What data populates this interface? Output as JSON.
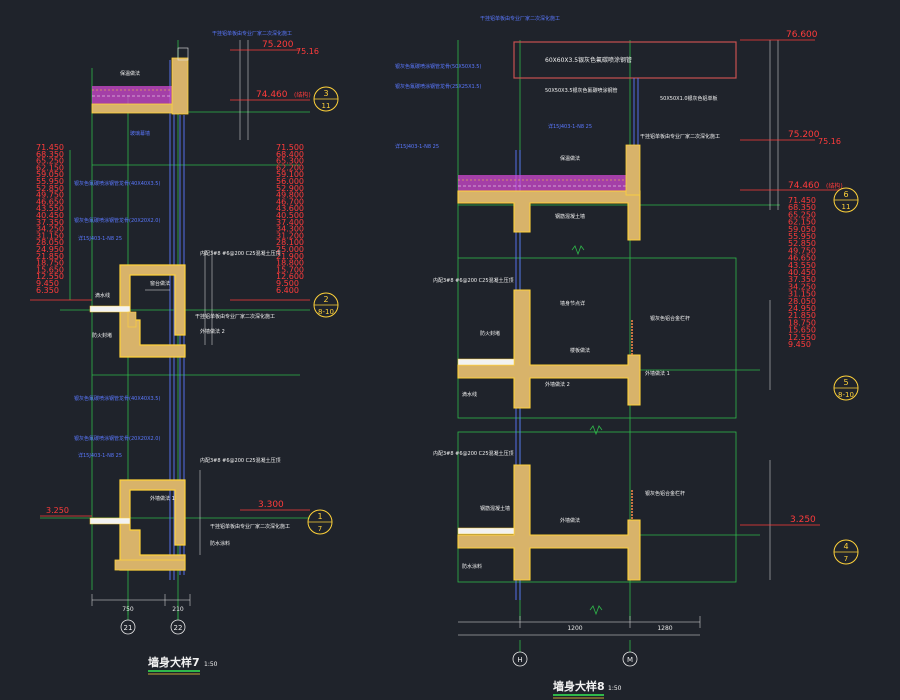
{
  "drawing": {
    "background": "#1f232b",
    "colors": {
      "grid": "#2fb84a",
      "dim": "#e8e8e8",
      "elev_red": "#ff3b3b",
      "annot_blue": "#5a78ff",
      "annot_yellow": "#ffd23a",
      "annot_white": "#f2f2f2",
      "wall_fill": "#d8b36a",
      "insulation": "#d24ad2",
      "roof_box": "#c85050"
    }
  },
  "left_detail": {
    "title": "墙身大样7",
    "scale": "1:50",
    "axis_left": "21",
    "axis_right": "22",
    "bottom_dims": [
      "750",
      "210"
    ],
    "top_elevation_a": "75.200",
    "top_elevation_b": "75.16",
    "roof_elevation": "74.460",
    "roof_elevation_note": "(结构)",
    "ref_roof": {
      "num": "3",
      "sheet": "11"
    },
    "ref_mid": {
      "num": "2",
      "sheet": "8-10"
    },
    "ref_low": {
      "num": "1",
      "sheet": "7"
    },
    "elevation_low_right": "3.300",
    "elevation_low_left": "3.250",
    "elev_list_left": [
      "71.450",
      "68.350",
      "65.250",
      "62.150",
      "59.050",
      "55.950",
      "52.850",
      "49.750",
      "46.650",
      "43.550",
      "40.450",
      "37.350",
      "34.250",
      "31.150",
      "28.050",
      "24.950",
      "21.850",
      "18.750",
      "15.650",
      "12.550",
      "9.450",
      "6.350"
    ],
    "elev_list_right": [
      "71.500",
      "68.400",
      "65.300",
      "62.200",
      "59.100",
      "56.000",
      "52.900",
      "49.800",
      "46.700",
      "43.600",
      "40.500",
      "37.400",
      "34.300",
      "31.200",
      "28.100",
      "25.000",
      "21.900",
      "18.800",
      "15.700",
      "12.600",
      "9.500",
      "6.400"
    ],
    "labels": {
      "roof_note": "干挂铝单板由专业厂家二次深化施工",
      "glass_curtain": "玻璃幕墙",
      "steel_upper": "银灰色氟碳喷涂钢管龙骨(40X40X3.5)",
      "steel_mid": "银灰色氟碳喷涂钢管龙骨(20X20X2.0)",
      "drip": "滴水线",
      "insul_detail": "保温做法",
      "spec_upper": "详15J403-1-N8 25",
      "spec_lower": "详15J403-1-N8 25",
      "rebar": "内配3#8 #6@200 C25混凝土压顶",
      "aluminum": "干挂铝单板由专业厂家二次深化施工",
      "outer_wall_1": "外墙做法 1",
      "outer_wall_2": "外墙做法 2",
      "fire_stop": "防火封堵",
      "waterproof": "防水涂料",
      "sill_note": "窗台做法"
    }
  },
  "right_detail": {
    "title": "墙身大样8",
    "scale": "1:50",
    "axis_left": "H",
    "axis_right": "M",
    "bottom_dims": [
      "1200",
      "1280"
    ],
    "top_elevation": "76.600",
    "mid_elevation_a": "75.200",
    "mid_elevation_b": "75.16",
    "roof_elevation": "74.460",
    "roof_elevation_note": "(结构)",
    "ref_roof": {
      "num": "6",
      "sheet": "11"
    },
    "ref_mid": {
      "num": "5",
      "sheet": "8-10"
    },
    "ref_low": {
      "num": "4",
      "sheet": "7"
    },
    "elevation_low": "3.250",
    "elev_list": [
      "71.450",
      "68.350",
      "65.250",
      "62.150",
      "59.050",
      "55.950",
      "52.850",
      "49.750",
      "46.650",
      "43.550",
      "40.450",
      "37.350",
      "34.250",
      "31.150",
      "28.050",
      "24.950",
      "21.850",
      "18.750",
      "15.650",
      "12.550",
      "9.450"
    ],
    "labels": {
      "top_note": "干挂铝单板由专业厂家二次深化施工",
      "roof_box": "60X60X3.5银灰色氟碳喷涂钢管",
      "steel_a": "银灰色氟碳喷涂钢管龙骨(50X50X3.5)",
      "steel_b": "银灰色氟碳喷涂钢管龙骨(25X25X1.5)",
      "steel_c": "50X50X3.5银灰色氟碳喷涂钢管",
      "steel_d": "50X50X1.0银灰色铝单板",
      "spec": "详15J403-1-N8 25",
      "glass_note": "详15J403-1-N8 25",
      "rebar": "内配3#8 #6@200 C25混凝土压顶",
      "aluminum": "干挂铝单板由专业厂家二次深化施工",
      "wall_spec": "墙身节点详",
      "outer_wall_1": "外墙做法 1",
      "outer_wall_2": "外墙做法 2",
      "outer_wall_3": "外墙做法",
      "fire_stop": "防火封堵",
      "drip": "滴水线",
      "waterproof": "防水涂料",
      "railing": "银灰色铝合金栏杆",
      "concrete": "钢筋混凝土墙",
      "floor_note": "楼板做法",
      "insul": "保温做法"
    }
  }
}
